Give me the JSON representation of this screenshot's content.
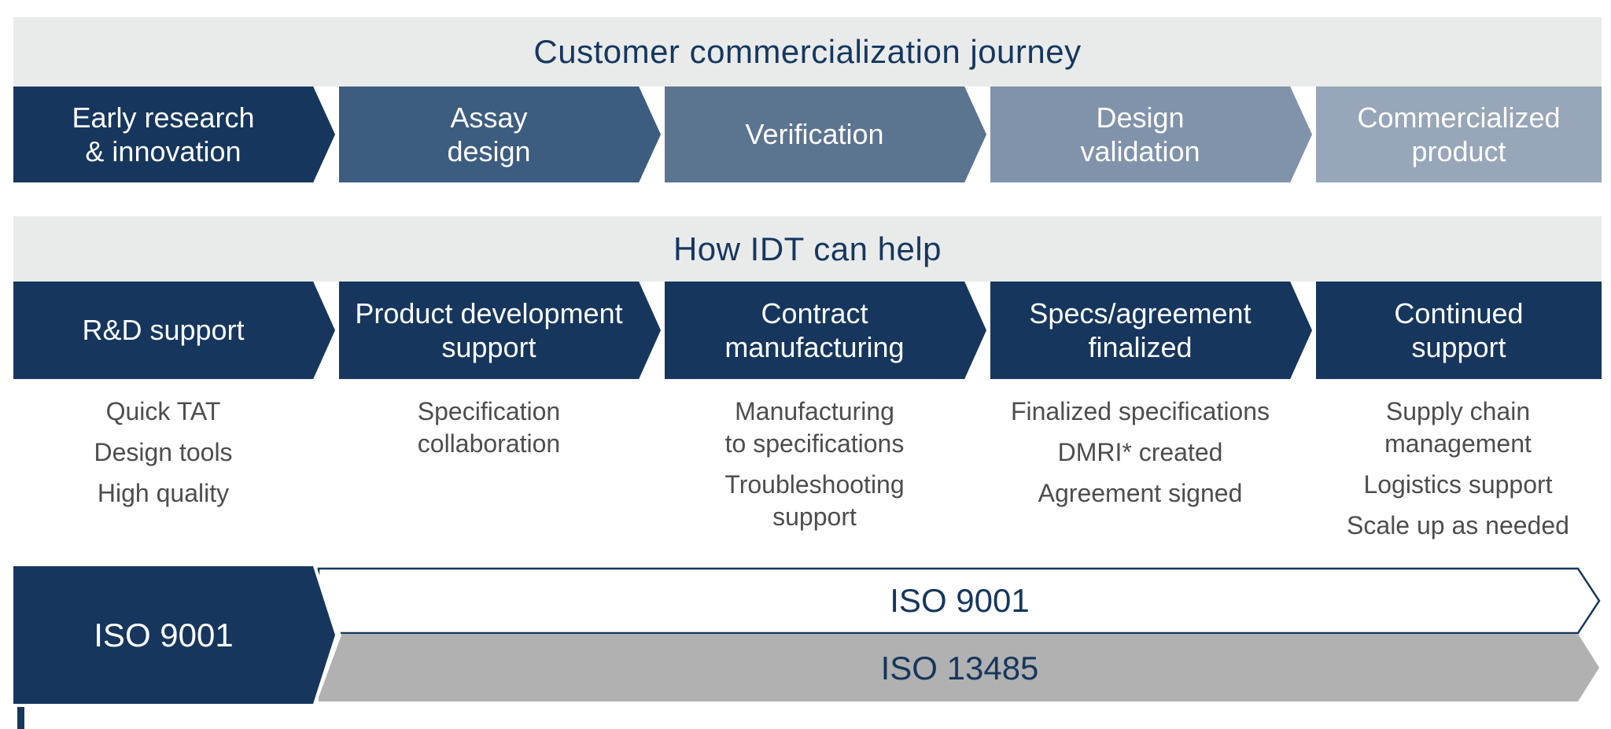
{
  "palette": {
    "navy": "#16365d",
    "stage_blue_2": "#3c5d80",
    "stage_blue_3": "#5b7490",
    "stage_blue_4": "#8093ab",
    "stage_blue_5": "#97a6b8",
    "banner_gray": "#e9ebeb",
    "band_gray": "#b1b1b1",
    "title_navy": "#16375e",
    "bullet_text_gray": "#4d4d4d",
    "white": "#ffffff"
  },
  "journey": {
    "title": "Customer commercialization journey",
    "stages": [
      {
        "label": "Early research\n& innovation"
      },
      {
        "label": "Assay\ndesign"
      },
      {
        "label": "Verification"
      },
      {
        "label": "Design\nvalidation"
      },
      {
        "label": "Commercialized\nproduct"
      }
    ]
  },
  "help": {
    "title": "How IDT can help",
    "stages": [
      {
        "label": "R&D support",
        "bullets": [
          "Quick TAT",
          "Design tools",
          "High quality"
        ]
      },
      {
        "label": "Product development\nsupport",
        "bullets": [
          "Specification\ncollaboration"
        ]
      },
      {
        "label": "Contract\nmanufacturing",
        "bullets": [
          "Manufacturing\nto specifications",
          "Troubleshooting\nsupport"
        ]
      },
      {
        "label": "Specs/agreement\nfinalized",
        "bullets": [
          "Finalized specifications",
          "DMRI* created",
          "Agreement signed"
        ]
      },
      {
        "label": "Continued\nsupport",
        "bullets": [
          "Supply chain\nmanagement",
          "Logistics support",
          "Scale up as needed"
        ]
      }
    ]
  },
  "certifications": {
    "arrow_label": "ISO 9001",
    "bands": [
      {
        "label": "ISO 9001",
        "fill": "#ffffff",
        "border": "#16365d"
      },
      {
        "label": "ISO 13485",
        "fill": "#b1b1b1"
      }
    ]
  }
}
